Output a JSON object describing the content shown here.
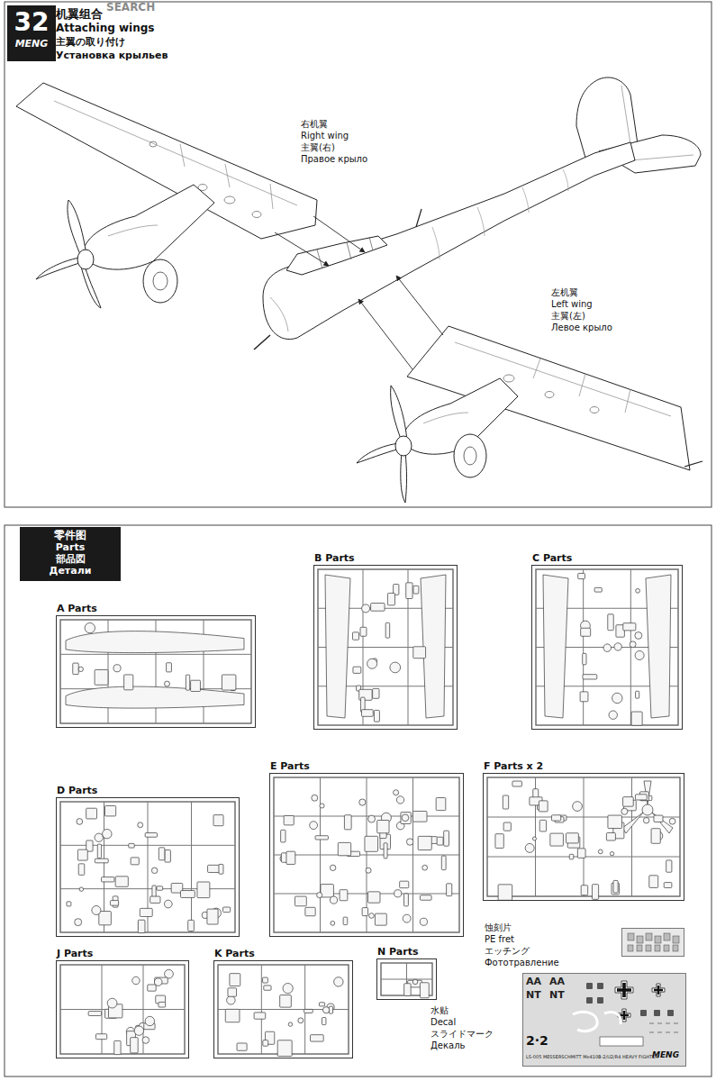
{
  "diagram": {
    "nodes": [
      {
        "text": [
          "32",
          "MENG"
        ]
      },
      {
        "text": [
          "零件图",
          "Parts",
          "部品図",
          "Детали"
        ]
      },
      {
        "text": [
          "A Parts"
        ]
      },
      {
        "text": [
          "B Parts"
        ]
      },
      {
        "text": [
          "C Parts"
        ]
      },
      {
        "text": [
          "D Parts"
        ]
      },
      {
        "text": [
          "E Parts"
        ]
      },
      {
        "text": [
          "F Parts x 2"
        ]
      },
      {
        "text": [
          "J Parts"
        ]
      },
      {
        "text": [
          "K Parts"
        ]
      },
      {
        "text": [
          "N Parts"
        ]
      },
      {
        "text": [
          "蚀刻片",
          "PE fret",
          "エッチング",
          "Фототравление"
        ]
      },
      {
        "text": [
          "水贴",
          "Decal",
          "スライドマーク",
          "Декаль"
        ]
      }
    ],
    "labels": [
      "SEARCH",
      "机翼组合",
      "Attaching wings",
      "主翼の取り付け",
      "Установка крыльев",
      "右机翼",
      "Right wing",
      "主翼(右)",
      "Правое крыло",
      "左机翼",
      "Left wing",
      "主翼(左)",
      "Левое крыло",
      "AA",
      "AA",
      "NT",
      "NT",
      "2·2",
      "LS-005 MESSERSCHMITT Me410B-2/U2/R4 HEAVY FIGHTER",
      "MENG"
    ]
  }
}
